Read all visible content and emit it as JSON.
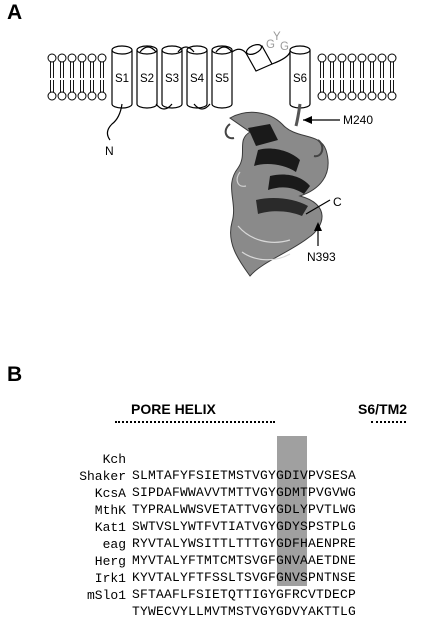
{
  "panels": {
    "a_label": "A",
    "b_label": "B"
  },
  "panel_a": {
    "segments": [
      "S1",
      "S2",
      "S3",
      "S4",
      "S5",
      "S6"
    ],
    "n_terminus": "N",
    "c_terminus": "C",
    "pore_loop_letters": [
      "G",
      "Y",
      "G"
    ],
    "annotations": [
      "M240",
      "N393"
    ]
  },
  "panel_b": {
    "headers": {
      "pore_helix": "PORE HELIX",
      "s6": "S6/TM2"
    },
    "alignment": [
      {
        "name": "Kch",
        "seq": "SLMTAFYFSIETMSTVGYGDIVPVSESA"
      },
      {
        "name": "Shaker",
        "seq": "SIPDAFWWAVVTMTTVGYGDMTPVGVWG"
      },
      {
        "name": "KcsA",
        "seq": "TYPRALWWSVETATTVGYGDLYPVTLWG"
      },
      {
        "name": "MthK",
        "seq": "SWTVSLYWTFVTIATVGYGDYSPSTPLG"
      },
      {
        "name": "Kat1",
        "seq": "RYVTALYWSITTLTTTGYGDFHAENPRE"
      },
      {
        "name": "eag",
        "seq": "MYVTALYFTMTCMTSVGFGNVAAETDNE"
      },
      {
        "name": "Herg",
        "seq": "KYVTALYFTFSSLTSVGFGNVSPNTNSE"
      },
      {
        "name": "Irk1",
        "seq": "SFTAAFLFSIETQTTIGYGFRCVTDECP"
      },
      {
        "name": "mSlo1",
        "seq": "TYWECVYLLMVTMSTVGYGDVYAKTTLG"
      }
    ]
  },
  "colors": {
    "highlight": "#a0a0a0",
    "ribbon_dark": "#1a1a1a",
    "ribbon_mid": "#6e6e6e"
  }
}
